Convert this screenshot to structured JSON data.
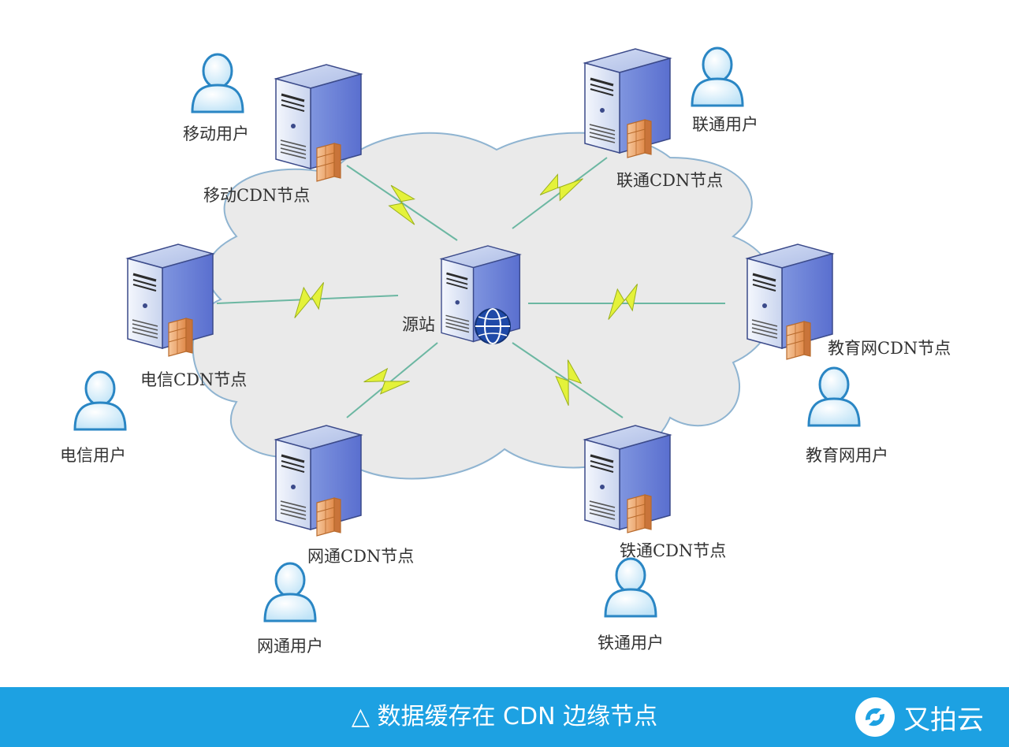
{
  "diagram": {
    "origin_label": "源站",
    "nodes": {
      "mobile": "移动CDN节点",
      "unicom": "联通CDN节点",
      "telecom": "电信CDN节点",
      "edu": "教育网CDN节点",
      "netcom": "网通CDN节点",
      "railcom": "铁通CDN节点"
    },
    "users": {
      "mobile": "移动用户",
      "unicom": "联通用户",
      "telecom": "电信用户",
      "edu": "教育网用户",
      "netcom": "网通用户",
      "railcom": "铁通用户"
    }
  },
  "footer": {
    "caption": "△ 数据缓存在 CDN 边缘节点",
    "brand": "又拍云",
    "color": "#1da1e2"
  }
}
